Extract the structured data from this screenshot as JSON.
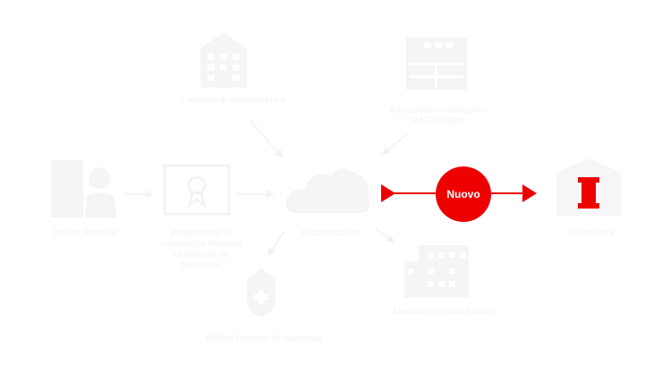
{
  "diagram": {
    "hub": {
      "label": "Nuovo",
      "color": "#ee0000"
    },
    "accent_color": "#ee0000",
    "faded_color": "#f4f4f4",
    "nodes": [
      {
        "id": "top-left",
        "icon": "building-icon",
        "label": "Il mondo di commercio e"
      },
      {
        "id": "top-right",
        "icon": "storefront-icon",
        "label": "Associazioni Svizzere / RAIFFEISEN"
      },
      {
        "id": "mid-far-left",
        "icon": "office-people-icon",
        "label": "Ufficio federale"
      },
      {
        "id": "mid-left",
        "icon": "certificate-icon",
        "label": "Programma di contabilità federale certificato da Swissdec"
      },
      {
        "id": "mid-center",
        "icon": "cloud-people-icon",
        "label": "Dichiarazione"
      },
      {
        "id": "mid-right",
        "icon": "column-icon",
        "label": "Previdenza"
      },
      {
        "id": "bottom-left",
        "icon": "shield-crest-icon",
        "label": "Ufficio federale di statistica"
      },
      {
        "id": "bottom-right",
        "icon": "building-grid-icon",
        "label": "Amministrazione fiscale"
      }
    ]
  }
}
